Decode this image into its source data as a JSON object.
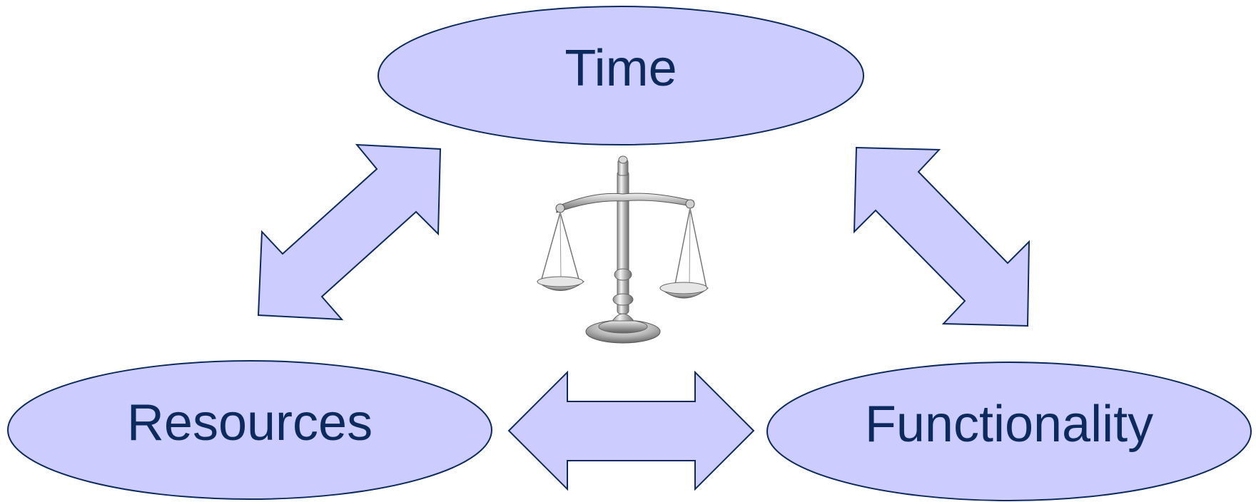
{
  "nodes": {
    "time": {
      "label": "Time"
    },
    "resources": {
      "label": "Resources"
    },
    "functionality": {
      "label": "Functionality"
    }
  },
  "center_icon": "balance-scale-icon",
  "colors": {
    "node_fill": "#ccccff",
    "node_stroke": "#0d2a5e",
    "label_text": "#0d2a5e",
    "arrow_fill": "#ccccff"
  }
}
